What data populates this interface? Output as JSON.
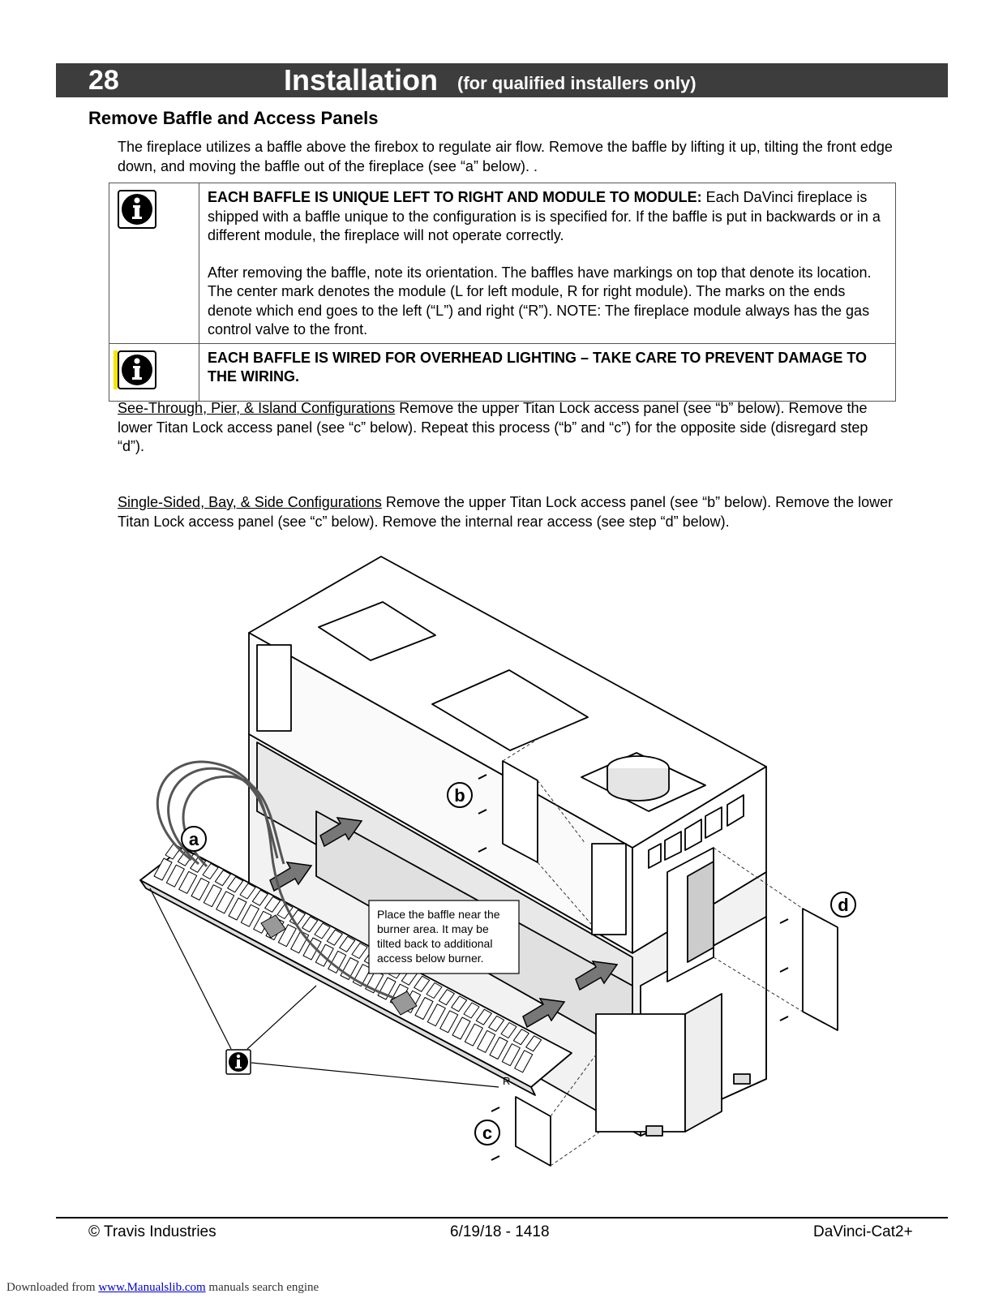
{
  "header": {
    "page_number": "28",
    "title": "Installation",
    "subtitle": "(for qualified installers only)"
  },
  "section_title": "Remove Baffle and Access Panels",
  "intro": "The fireplace utilizes a baffle above the firebox to regulate air flow.  Remove the baffle by lifting it up, tilting the front edge down, and moving the baffle out of the fireplace (see “a” below).  .",
  "notes": {
    "note1": {
      "bold": "EACH BAFFLE IS UNIQUE LEFT TO RIGHT AND MODULE TO MODULE:",
      "text": "  Each DaVinci fireplace is shipped with a baffle unique to the configuration is is specified for.  If the baffle is put in backwards or in a different module, the fireplace will not operate correctly.",
      "text2": "After removing the baffle, note its orientation.  The baffles have markings on top that denote its location.  The center mark denotes the module (L for left module, R for right module).  The marks on the ends denote which end goes to the left (“L”) and right (“R”).  NOTE:  The fireplace module always has the gas control valve to the front."
    },
    "note2": {
      "bold": "EACH BAFFLE IS WIRED FOR OVERHEAD LIGHTING – TAKE CARE TO PREVENT DAMAGE TO THE WIRING."
    }
  },
  "config1": {
    "label": "See-Through, Pier, & Island Configurations",
    "text": "   Remove the upper Titan Lock access panel (see “b” below).  Remove the lower Titan Lock access panel (see “c” below).  Repeat this process (“b” and “c”) for the opposite side (disregard step “d”)."
  },
  "config2": {
    "label": "Single-Sided, Bay, & Side Configurations",
    "text": "   Remove the upper Titan Lock access panel (see “b” below).  Remove the lower Titan Lock access panel (see “c” below).  Remove the internal rear access (see step “d” below)."
  },
  "diagram": {
    "callout_a": "a",
    "callout_b": "b",
    "callout_c": "c",
    "callout_d": "d",
    "note_lines": [
      "Place the baffle near the",
      "burner area.  It may be",
      "tilted back to additional",
      "access below burner."
    ],
    "baffle_mark": "R",
    "icon": "info-icon"
  },
  "footer": {
    "left": "© Travis Industries",
    "center": "6/19/18 - 1418",
    "right": "DaVinci-Cat2+"
  },
  "download": {
    "prefix": "Downloaded from ",
    "link": "www.Manualslib.com",
    "suffix": "  manuals search engine"
  },
  "colors": {
    "header_bar": "#3d3d3d",
    "note_highlight": "#f4e600",
    "link": "#0000cc"
  }
}
